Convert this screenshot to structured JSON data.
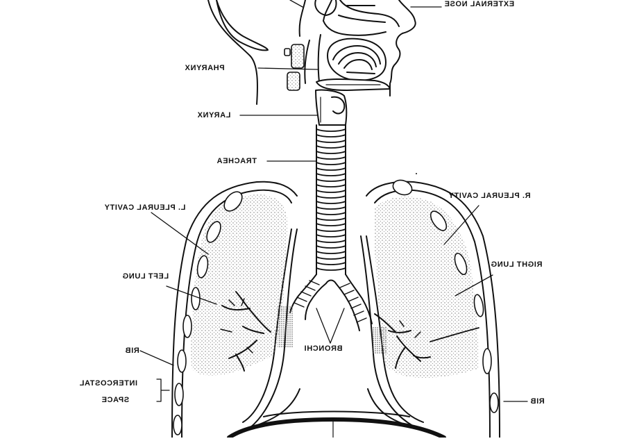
{
  "diagram": {
    "labels": {
      "external_nose": "EXTERNAL NOSE",
      "pharynx": "PHARYNX",
      "larynx": "LARYNX",
      "trachea": "TRACHEA",
      "l_pleural_cavity": "L. PLEURAL CAVITY",
      "r_pleural_cavity": "R. PLEURAL CAVITY",
      "left_lung": "LEFT LUNG",
      "right_lung": "RIGHT LUNG",
      "bronchi": "BRONCHI",
      "rib_left": "RIB",
      "rib_right": "RIB",
      "intercostal": "INTERCOSTAL",
      "space": "SPACE"
    },
    "colors": {
      "ink": "#111111",
      "paper": "#ffffff",
      "stipple": "#888888"
    },
    "mirrored": true
  }
}
